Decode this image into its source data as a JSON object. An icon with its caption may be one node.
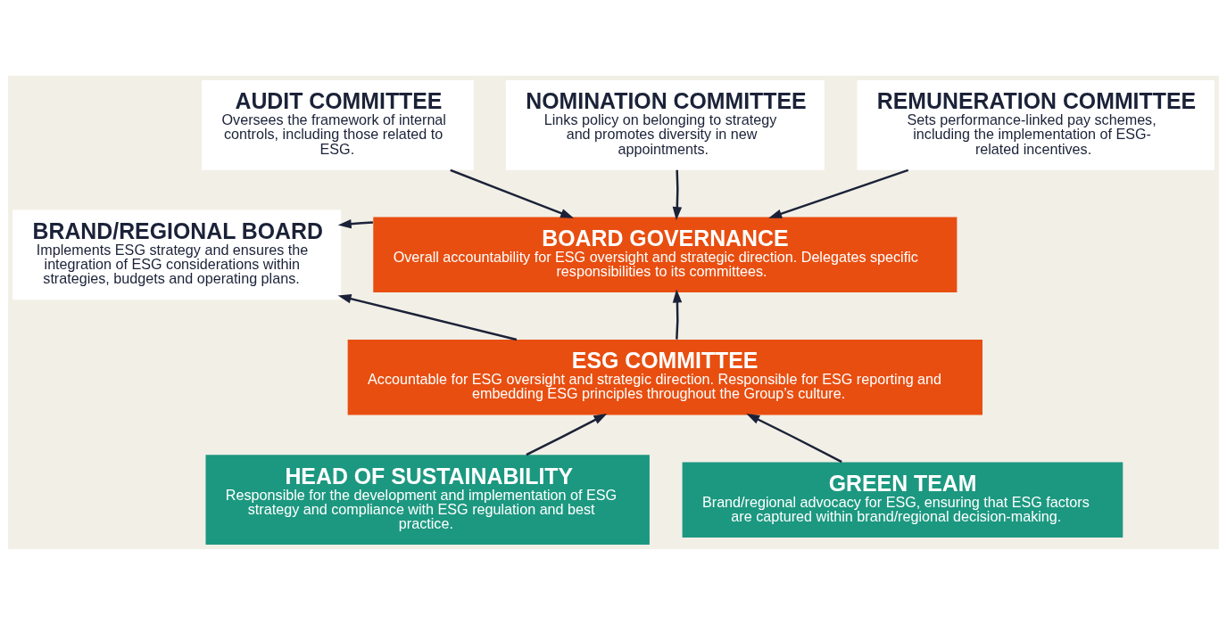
{
  "diagram": {
    "nodes": [
      {
        "text": [
          "AUDIT COMMITTEE",
          "Oversees the framework of internal controls, including those related to ESG."
        ]
      },
      {
        "text": [
          "NOMINATION COMMITTEE",
          "Links policy on belonging to strategy and promotes diversity in new appointments."
        ]
      },
      {
        "text": [
          "REMUNERATION COMMITTEE",
          "Sets performance-linked pay schemes, including the implementation of ESG-related incentives."
        ]
      },
      {
        "text": [
          "BOARD GOVERNANCE",
          "Overall accountability for ESG oversight and strategic direction. Delegates specific responsibilities to its committees."
        ]
      },
      {
        "text": [
          "BRAND/REGIONAL BOARD",
          "Implements ESG strategy and ensures the integration of ESG considerations within strategies, budgets and operating plans."
        ]
      },
      {
        "text": [
          "ESG COMMITTEE",
          "Accountable for ESG oversight and strategic direction. Responsible for ESG reporting and embedding ESG principles throughout the Group’s culture."
        ]
      },
      {
        "text": [
          "HEAD OF SUSTAINABILITY",
          "Responsible for the development and implementation of ESG strategy and compliance with ESG regulation and best practice."
        ]
      },
      {
        "text": [
          "GREEN TEAM",
          "Brand/regional advocacy for ESG, ensuring that ESG factors are captured within brand/regional decision-making."
        ]
      }
    ],
    "edges": [
      {
        "from": 0,
        "to": 3,
        "arrow": "to"
      },
      {
        "from": 1,
        "to": 3,
        "arrow": "to"
      },
      {
        "from": 2,
        "to": 3,
        "arrow": "to"
      },
      {
        "from": 3,
        "to": 4,
        "arrow": "to"
      },
      {
        "from": 5,
        "to": 3,
        "arrow": "to"
      },
      {
        "from": 5,
        "to": 4,
        "arrow": "to"
      },
      {
        "from": 6,
        "to": 5,
        "arrow": "to"
      },
      {
        "from": 7,
        "to": 5,
        "arrow": "to"
      }
    ]
  }
}
